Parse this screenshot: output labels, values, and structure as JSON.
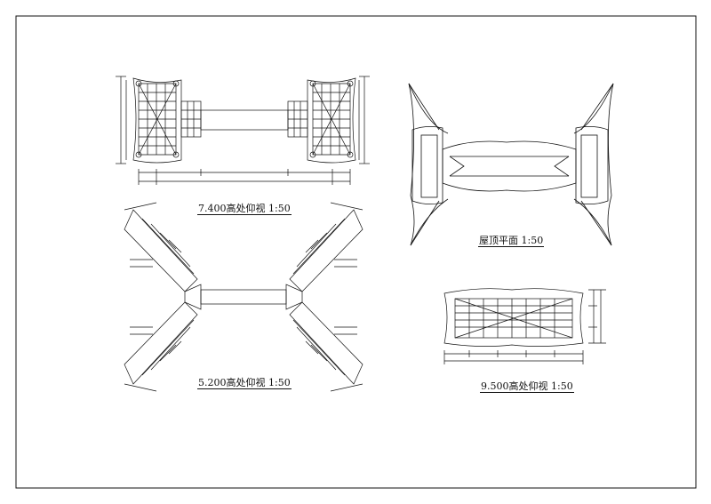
{
  "drawing": {
    "views": [
      {
        "id": "plan-7400",
        "caption": "7.400高处仰视 1:50"
      },
      {
        "id": "plan-5200",
        "caption": "5.200高处仰视 1:50"
      },
      {
        "id": "roof-plan",
        "caption": "屋顶平面 1:50"
      },
      {
        "id": "plan-9500",
        "caption": "9.500高处仰视 1:50"
      }
    ],
    "colors": {
      "line": "#111111",
      "background": "#ffffff"
    }
  }
}
